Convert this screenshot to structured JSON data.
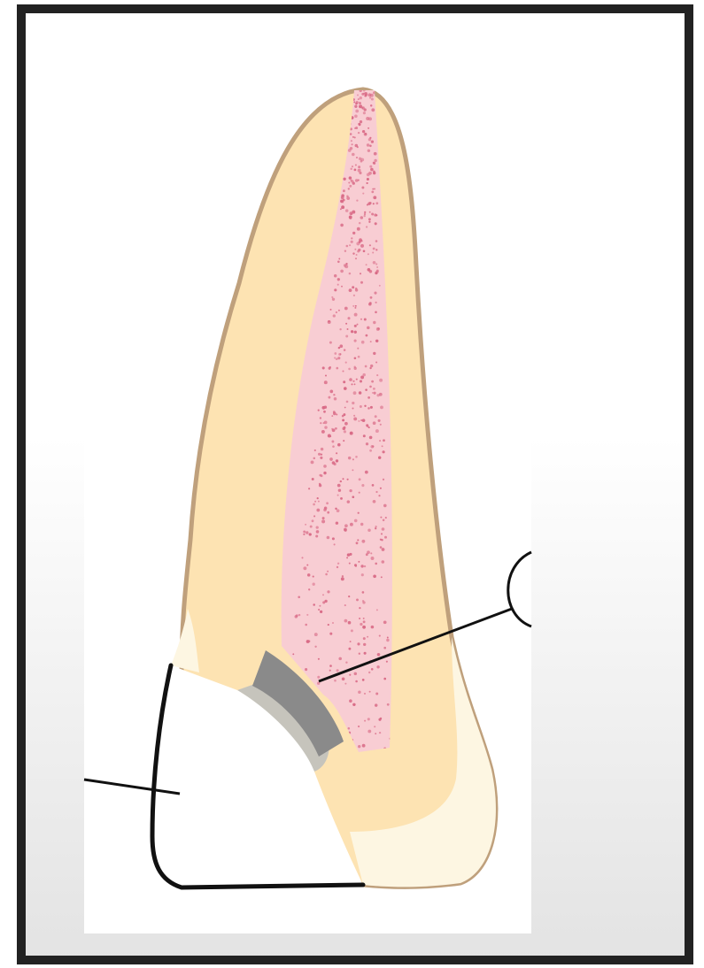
{
  "diagram": {
    "subject": "tooth-cross-section",
    "colors": {
      "frame": "#222222",
      "background_top": "#ffffff",
      "background_bottom": "#e3e3e3",
      "panel": "#ffffff",
      "root_dentin": "#fde3b2",
      "tooth_outline": "#bfa07c",
      "enamel": "#fdf6e2",
      "pulp": "#f8cdd3",
      "pulp_dots": "#d96a86",
      "liner": "#8a8a8a",
      "base_halo": "#c6c4bc",
      "restoration": "#ffffff",
      "restoration_outline": "#111111",
      "leader_line": "#111111"
    },
    "pulp_dot_count": 620,
    "pulp_dot_seed": 7
  }
}
